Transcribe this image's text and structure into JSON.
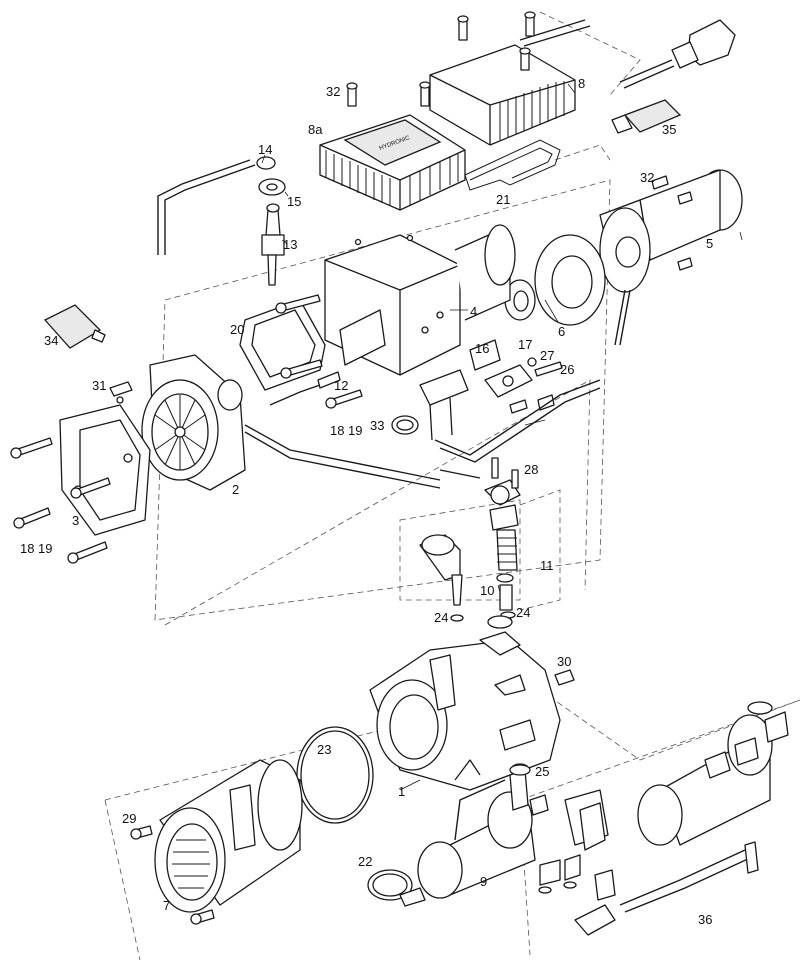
{
  "diagram": {
    "style": "exploded-parts-drawing",
    "line_color": "#1a1a1a",
    "background": "#ffffff",
    "labels": {
      "p1": "1",
      "p2": "2",
      "p3": "3",
      "p4": "4",
      "p5": "5",
      "p6": "6",
      "p7": "7",
      "p8": "8",
      "p8a": "8a",
      "p9": "9",
      "p10": "10",
      "p11": "11",
      "p12": "12",
      "p13": "13",
      "p14": "14",
      "p15": "15",
      "p16": "16",
      "p17": "17",
      "p18a": "18",
      "p19a": "19",
      "p18b": "18",
      "p19b": "19",
      "p20": "20",
      "p21": "21",
      "p22": "22",
      "p23": "23",
      "p24a": "24",
      "p24b": "24",
      "p25": "25",
      "p26": "26",
      "p27": "27",
      "p28": "28",
      "p29": "29",
      "p30": "30",
      "p31": "31",
      "p32a": "32",
      "p32b": "32",
      "p33": "33",
      "p34": "34",
      "p35": "35",
      "p36": "36"
    }
  }
}
